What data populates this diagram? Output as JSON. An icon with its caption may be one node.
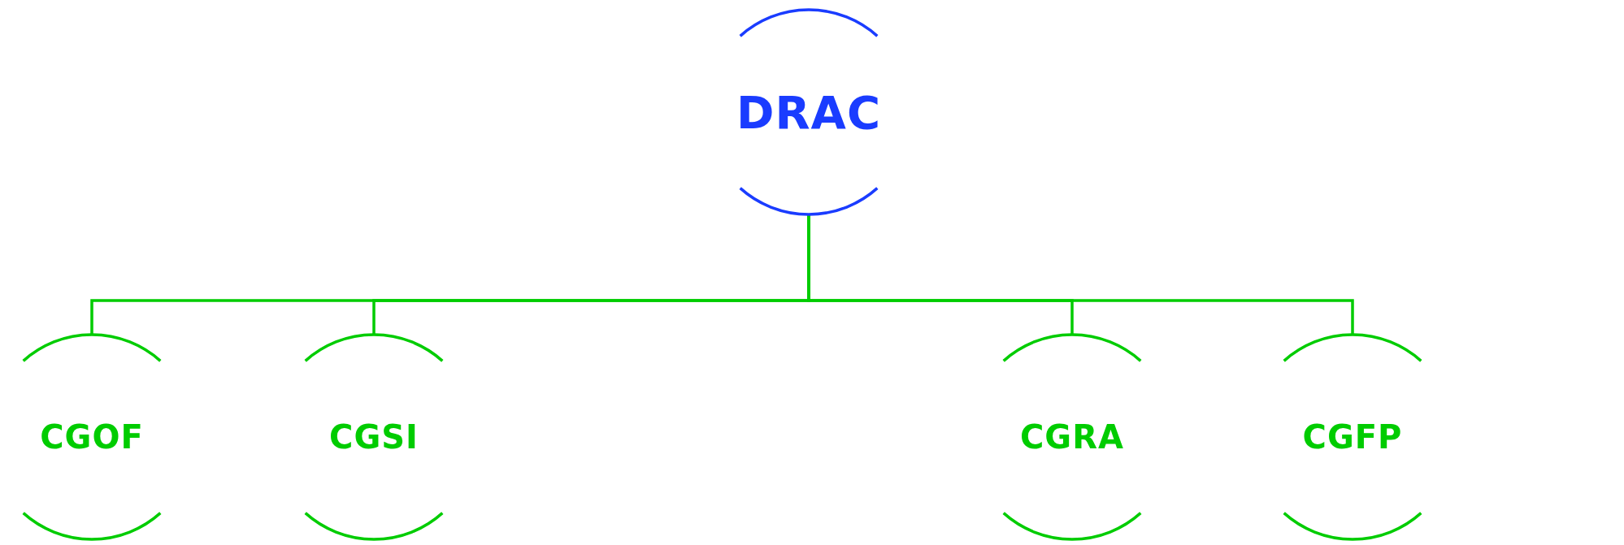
{
  "diagram": {
    "nodes": [
      {
        "text": [
          "DRAC"
        ]
      },
      {
        "text": [
          "CGOF"
        ]
      },
      {
        "text": [
          "CGSI"
        ]
      },
      {
        "text": [
          "CGRA"
        ]
      },
      {
        "text": [
          "CGFP"
        ]
      }
    ],
    "edges": [
      {
        "from": 0,
        "to": 1,
        "arrow": "none"
      },
      {
        "from": 0,
        "to": 2,
        "arrow": "none"
      },
      {
        "from": 0,
        "to": 3,
        "arrow": "none"
      },
      {
        "from": 0,
        "to": 4,
        "arrow": "none"
      }
    ]
  }
}
